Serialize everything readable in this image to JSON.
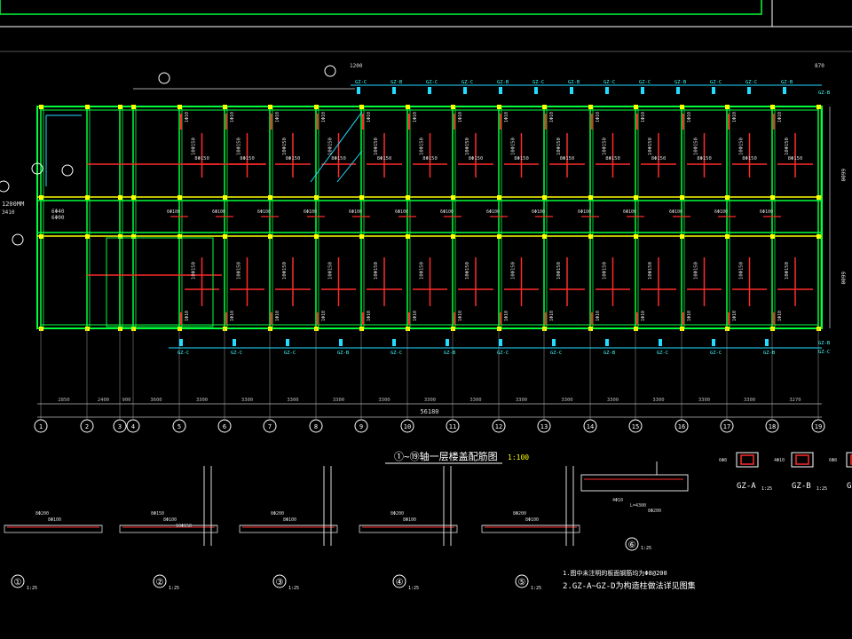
{
  "drawing": {
    "title": "①~⑲轴一层楼盖配筋图",
    "title_scale": "1:100",
    "total_dimension": "56180",
    "right_side_dims": [
      "6600",
      "6600"
    ],
    "top_left_dim": "1200",
    "top_right_dim": "870"
  },
  "colors": {
    "frame": "#00ff3c",
    "axis_band": "#ffff00",
    "rebar": "#ff2a2a",
    "dimension": "#cccccc",
    "label": "#44ffff",
    "stair": "#22ddff"
  },
  "axes": {
    "labels": [
      "1",
      "2",
      "3",
      "4",
      "5",
      "6",
      "7",
      "8",
      "9",
      "10",
      "11",
      "12",
      "13",
      "14",
      "15",
      "16",
      "17",
      "18",
      "19"
    ],
    "spacings": [
      "2850",
      "2400",
      "900",
      "3600",
      "3300",
      "3300",
      "3300",
      "3300",
      "3300",
      "3300",
      "3300",
      "3300",
      "3300",
      "3300",
      "3300",
      "3300",
      "3300",
      "3270"
    ]
  },
  "bay_labels": {
    "top": [
      "10Φ150",
      "10Φ150",
      "10Φ150",
      "10Φ150",
      "10Φ150",
      "10Φ150",
      "10Φ150",
      "10Φ150",
      "10Φ150",
      "10Φ150",
      "10Φ150",
      "10Φ150",
      "10Φ150",
      "10Φ150",
      "10Φ150"
    ],
    "mid": [
      "8Φ150",
      "8Φ150",
      "8Φ150",
      "8Φ150",
      "8Φ150",
      "8Φ150",
      "8Φ150",
      "8Φ150",
      "8Φ150",
      "8Φ150",
      "8Φ150",
      "8Φ150",
      "8Φ150",
      "8Φ150",
      "8Φ150"
    ],
    "bottom": [
      "10Φ150",
      "10Φ150",
      "10Φ150",
      "10Φ150",
      "10Φ150",
      "10Φ150",
      "10Φ150",
      "10Φ150",
      "10Φ150",
      "10Φ150",
      "10Φ150",
      "10Φ150",
      "10Φ150",
      "10Φ150",
      "10Φ150"
    ],
    "support_top": [
      "1Φ10",
      "1Φ10",
      "1Φ10",
      "1Φ10",
      "1Φ10",
      "1Φ10",
      "1Φ10",
      "1Φ10",
      "1Φ10",
      "1Φ10",
      "1Φ10",
      "1Φ10",
      "1Φ10",
      "1Φ10"
    ],
    "support_bottom": [
      "1Φ10",
      "1Φ10",
      "1Φ10",
      "1Φ10",
      "1Φ10",
      "1Φ10",
      "1Φ10",
      "1Φ10",
      "1Φ10",
      "1Φ10",
      "1Φ10",
      "1Φ10",
      "1Φ10",
      "1Φ10"
    ],
    "corridor": "6Φ100"
  },
  "column_tags": {
    "top": [
      "GZ-C",
      "GZ-B",
      "GZ-C",
      "GZ-C",
      "GZ-B",
      "GZ-C",
      "GZ-B",
      "GZ-C",
      "GZ-C",
      "GZ-B",
      "GZ-C",
      "GZ-C",
      "GZ-B"
    ],
    "bottom": [
      "GZ-C",
      "GZ-C",
      "GZ-C",
      "GZ-B",
      "GZ-C",
      "GZ-B",
      "GZ-C",
      "GZ-C",
      "GZ-B",
      "GZ-C",
      "GZ-C",
      "GZ-B"
    ],
    "right": [
      "GZ-B",
      "GZ-B",
      "GZ-C"
    ]
  },
  "left_labels": [
    "1200MM",
    "3410",
    "6Φ40",
    "6Φ00"
  ],
  "sections": [
    {
      "num": "①",
      "scale": "1:25",
      "labels": [
        "8Φ200",
        "8Φ100"
      ]
    },
    {
      "num": "②",
      "scale": "1:25",
      "labels": [
        "8Φ150",
        "8Φ100",
        "10Φ150"
      ]
    },
    {
      "num": "③",
      "scale": "1:25",
      "labels": [
        "8Φ200",
        "8Φ100"
      ]
    },
    {
      "num": "④",
      "scale": "1:25",
      "labels": [
        "8Φ200",
        "8Φ100"
      ]
    },
    {
      "num": "⑤",
      "scale": "1:25",
      "labels": [
        "8Φ200",
        "8Φ100"
      ]
    },
    {
      "num": "⑥",
      "scale": "1:25",
      "labels": [
        "4Φ10",
        "L=4300",
        "8Φ200"
      ]
    }
  ],
  "column_details": [
    {
      "name": "GZ-A",
      "scale": "1:25",
      "label": "6Φ8"
    },
    {
      "name": "GZ-B",
      "scale": "1:25",
      "label": "4Φ10"
    },
    {
      "name": "GZ-C",
      "scale": "1:25",
      "label": "6Φ8"
    }
  ],
  "notes": [
    "1.图中未注明的板面钢筋均为Φ8@200",
    "2.GZ-A~GZ-D为构造柱做法详见图集"
  ]
}
